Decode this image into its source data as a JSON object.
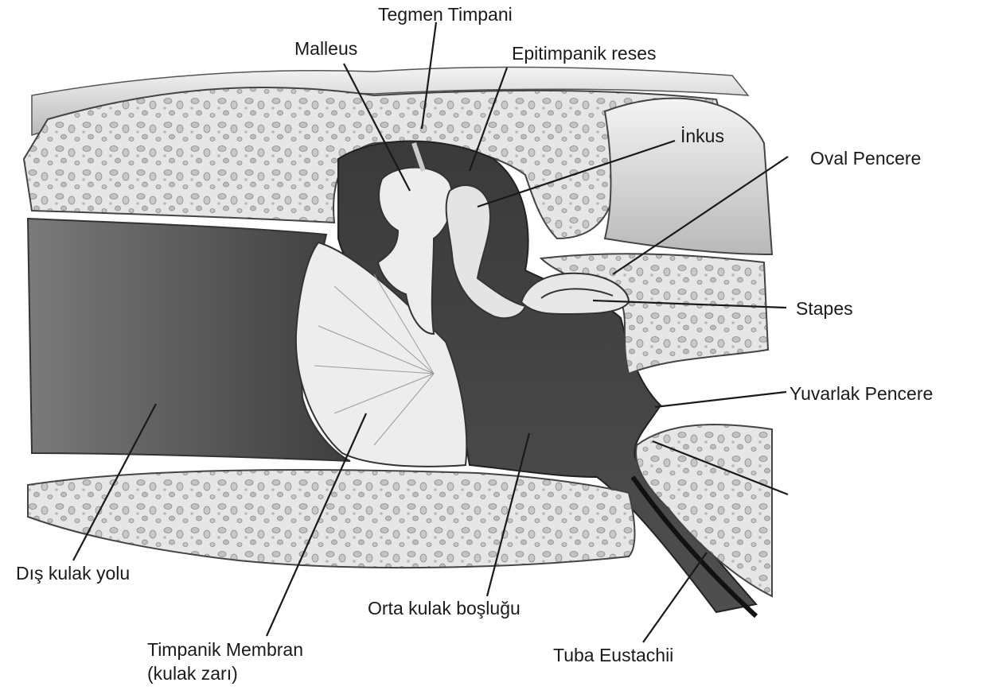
{
  "diagram": {
    "subject": "Orta kulak anatomisi",
    "labels": {
      "tegmen": "Tegmen Timpani",
      "malleus": "Malleus",
      "epitimpanik": "Epitimpanik reses",
      "inkus": "İnkus",
      "oval": "Oval Pencere",
      "stapes": "Stapes",
      "yuvarlak": "Yuvarlak Pencere",
      "dis_kulak": "Dış kulak yolu",
      "orta_kulak": "Orta kulak boşluğu",
      "timpanik_line1": "Timpanik Membran",
      "timpanik_line2": "(kulak zarı)",
      "tuba": "Tuba Eustachii"
    },
    "colors": {
      "canal": "#5a5a5a",
      "cavity": "#4a4a4a",
      "bone": "#e4e4e4",
      "ossicle": "#e9e9e9",
      "membrane": "#ececec",
      "leader": "#1a1a1a"
    }
  }
}
